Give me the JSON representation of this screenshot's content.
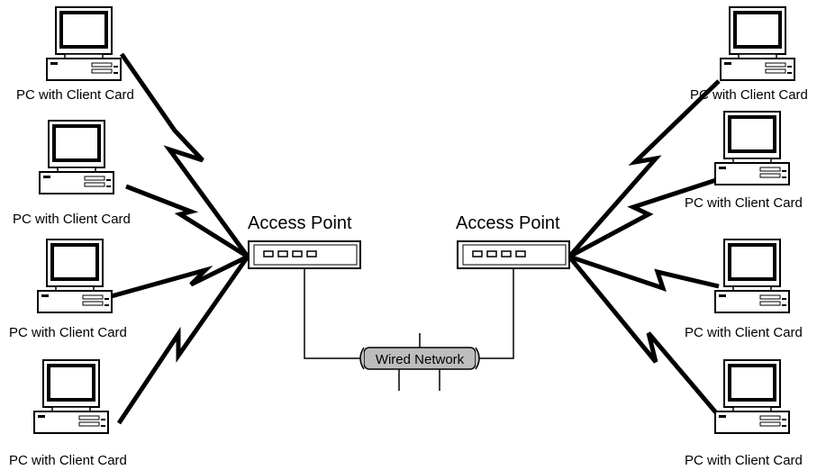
{
  "diagram": {
    "left_access_point": {
      "label": "Access Point"
    },
    "right_access_point": {
      "label": "Access Point"
    },
    "wired_network": {
      "label": "Wired Network"
    },
    "left_clients": [
      {
        "label": "PC with Client Card"
      },
      {
        "label": "PC with Client Card"
      },
      {
        "label": "PC with Client Card"
      },
      {
        "label": "PC with Client Card"
      }
    ],
    "right_clients": [
      {
        "label": "PC with Client Card"
      },
      {
        "label": "PC with Client Card"
      },
      {
        "label": "PC with Client Card"
      },
      {
        "label": "PC with Client Card"
      }
    ]
  }
}
